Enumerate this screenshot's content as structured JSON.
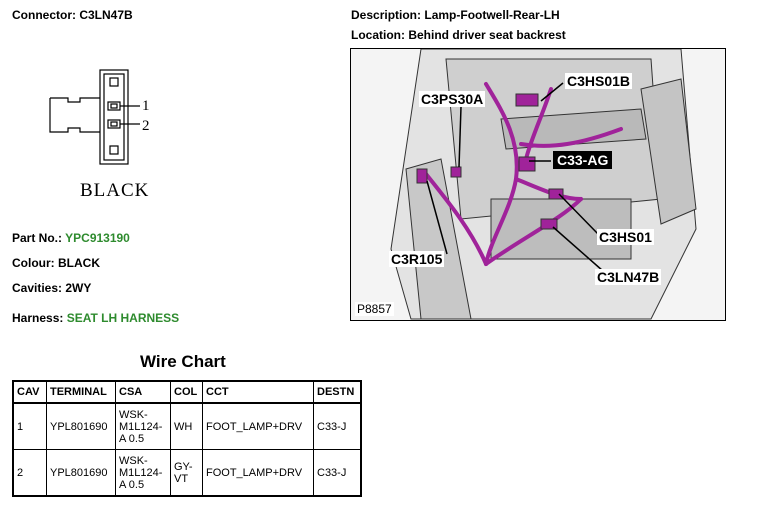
{
  "connector": {
    "label": "Connector:",
    "value": "C3LN47B"
  },
  "description": {
    "label": "Description:",
    "value": "Lamp-Footwell-Rear-LH"
  },
  "location": {
    "label": "Location:",
    "value": "Behind driver seat backrest"
  },
  "diagram": {
    "pin1": "1",
    "pin2": "2",
    "color_word": "BLACK"
  },
  "part_no": {
    "label": "Part No.:",
    "value": "YPC913190"
  },
  "colour": {
    "label": "Colour:",
    "value": "BLACK"
  },
  "cavities": {
    "label": "Cavities:",
    "value": "2WY"
  },
  "harness": {
    "label": "Harness:",
    "value": "SEAT LH HARNESS"
  },
  "photo": {
    "ref": "P8857",
    "callouts": [
      "C3HS01B",
      "C3PS30A",
      "C33-AG",
      "C3HS01",
      "C3R105",
      "C3LN47B"
    ]
  },
  "wire_chart": {
    "title": "Wire Chart",
    "headers": [
      "CAV",
      "TERMINAL",
      "CSA",
      "COL",
      "CCT",
      "DESTN"
    ],
    "rows": [
      [
        "1",
        "YPL801690",
        "WSK-M1L124-A 0.5",
        "WH",
        "FOOT_LAMP+DRV",
        "C33-J"
      ],
      [
        "2",
        "YPL801690",
        "WSK-M1L124-A 0.5",
        "GY-VT",
        "FOOT_LAMP+DRV",
        "C33-J"
      ]
    ]
  },
  "colors": {
    "green_text": "#2e8b2e",
    "harness_purple": "#a0239a"
  }
}
